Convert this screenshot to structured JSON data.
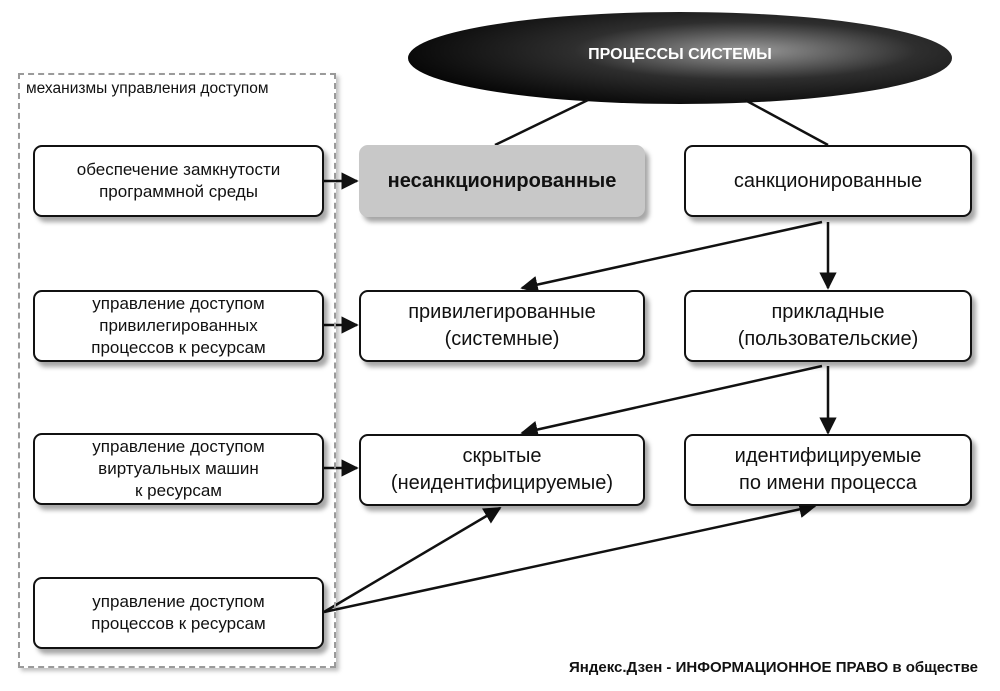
{
  "top": {
    "title": "ПРОЦЕССЫ СИСТЕМЫ"
  },
  "mechanisms": {
    "label": "механизмы управления доступом",
    "items": [
      "обеспечение замкнутости\nпрограммной среды",
      "управление доступом\nпривилегированных\nпроцессов к ресурсам",
      "управление доступом\nвиртуальных машин\nк ресурсам",
      "управление доступом\nпроцессов к ресурсам"
    ]
  },
  "processes": {
    "unsanctioned": "несанкционированные",
    "sanctioned": "санкционированные",
    "privileged": "привилегированные\n(системные)",
    "applied": "прикладные\n(пользовательские)",
    "hidden": "скрытые\n(неидентифицируемые)",
    "identified": "идентифицируемые\nпо имени процесса"
  },
  "colors": {
    "line": "#111111",
    "highlight": "#c8c8c8",
    "dashed_border": "#9a9a9a"
  },
  "footer": {
    "text": "Яндекс.Дзен - ИНФОРМАЦИОННОЕ ПРАВО в обществе"
  }
}
